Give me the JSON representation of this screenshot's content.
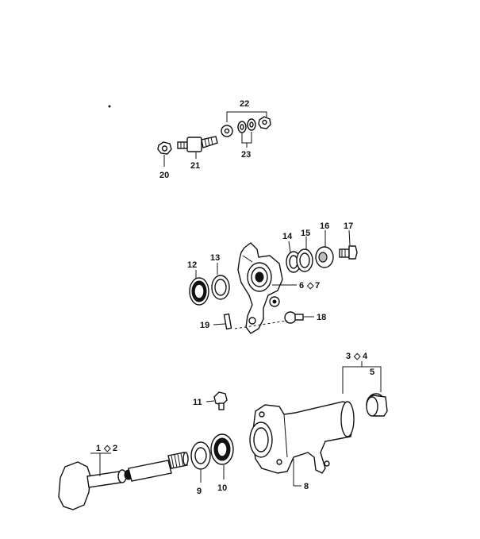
{
  "labels": {
    "l1_2": "1",
    "l1_2b": "2",
    "l3_4": "3",
    "l3_4b": "4",
    "l5": "5",
    "l6_7": "6",
    "l6_7b": "7",
    "l8": "8",
    "l9": "9",
    "l10": "10",
    "l11": "11",
    "l12": "12",
    "l13": "13",
    "l14": "14",
    "l15": "15",
    "l16": "16",
    "l17": "17",
    "l18": "18",
    "l19": "19",
    "l20": "20",
    "l21": "21",
    "l22": "22",
    "l23": "23"
  }
}
